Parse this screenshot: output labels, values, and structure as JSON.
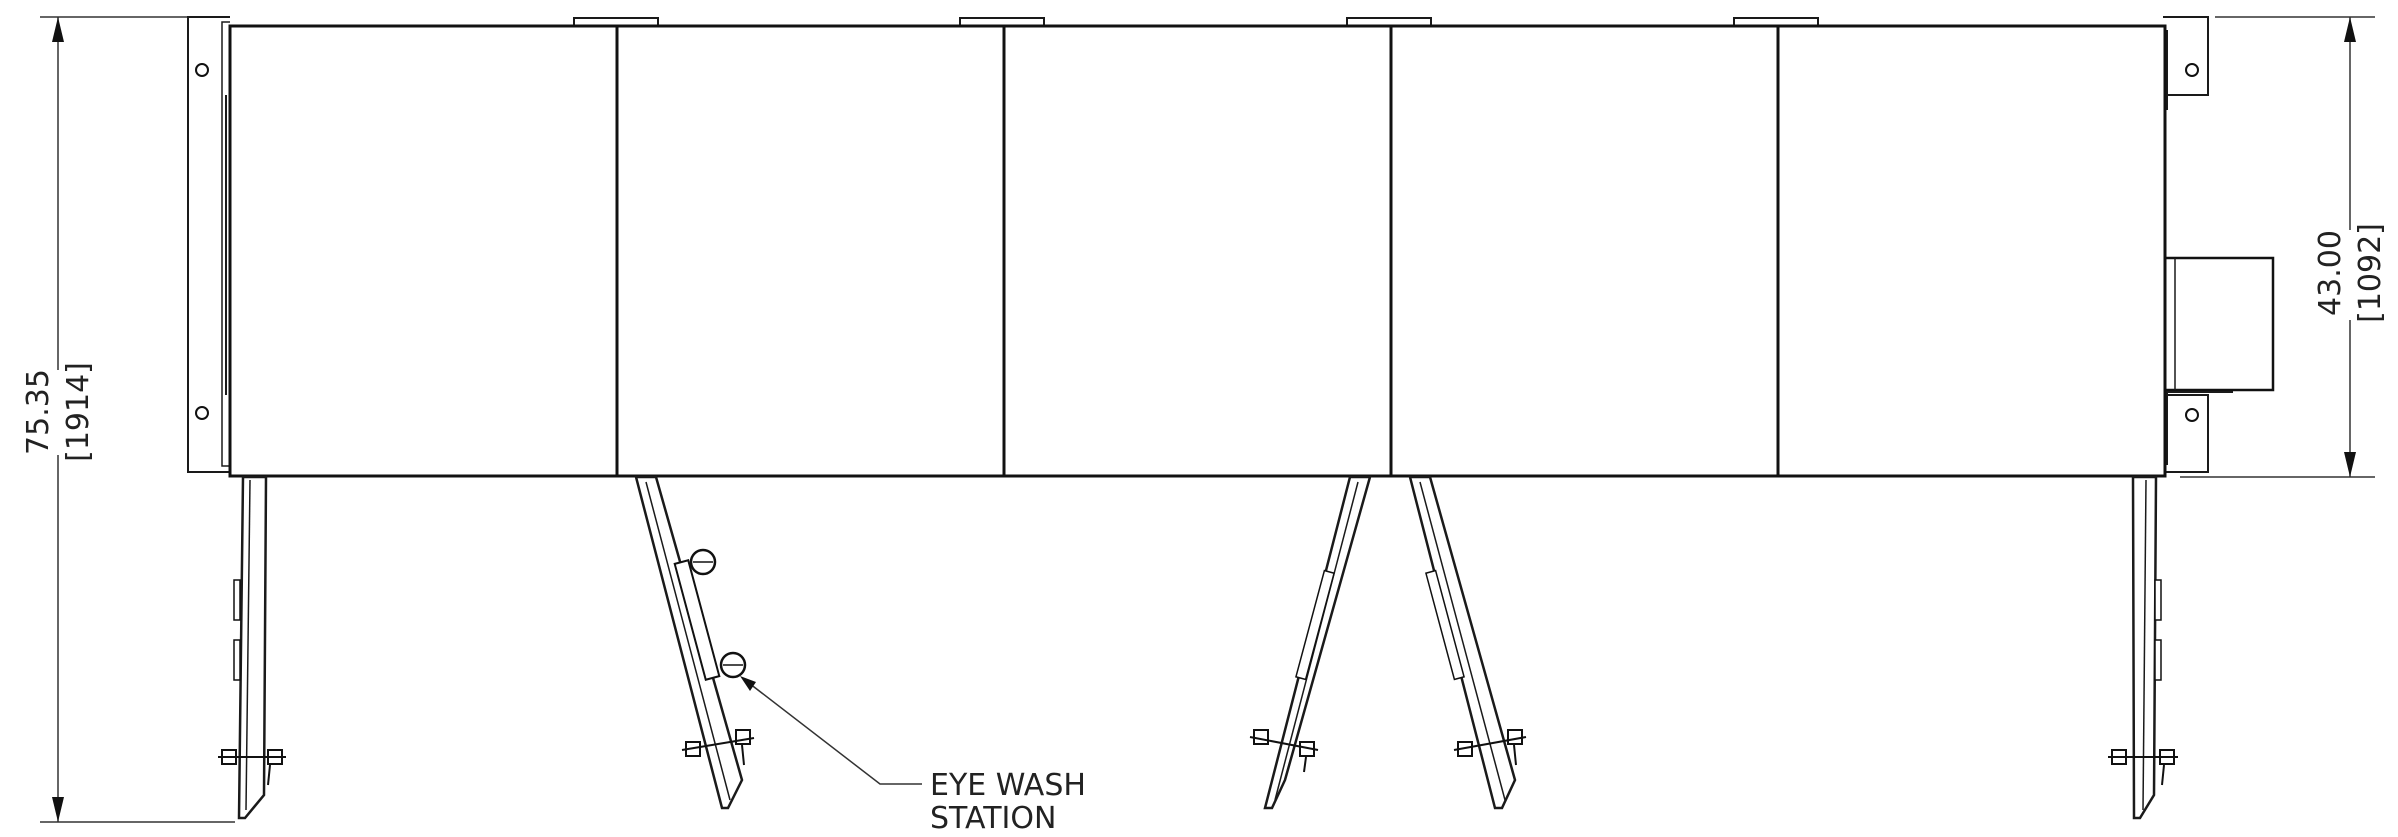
{
  "dimensions": {
    "overall_height": {
      "value": "75.35",
      "alt": "[1914]"
    },
    "right_height": {
      "value": "43.00",
      "alt": "[1092]"
    }
  },
  "annotation": {
    "line1": "EYE WASH",
    "line2": "STATION"
  }
}
